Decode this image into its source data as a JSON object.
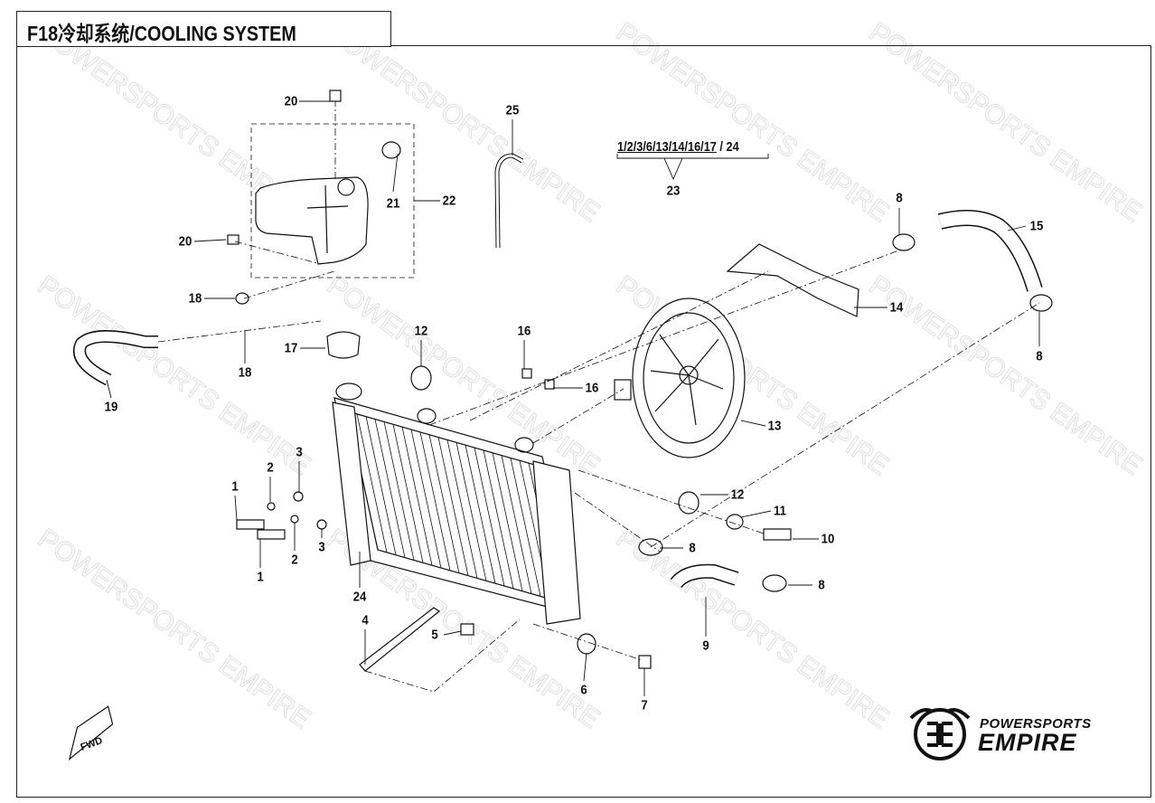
{
  "title": "F18冷却系统/COOLING SYSTEM",
  "watermark": "POWERSPORTS EMPIRE",
  "group_label": {
    "parts": "1/2/3/6/13/14/16/17",
    "extra": "24"
  },
  "fwd_label": "FWD",
  "logo": {
    "line1": "POWERSPORTS",
    "line2": "EMPIRE"
  },
  "callouts": [
    "20",
    "25",
    "23",
    "21",
    "22",
    "20",
    "8",
    "15",
    "18",
    "14",
    "12",
    "16",
    "17",
    "18",
    "8",
    "19",
    "16",
    "13",
    "3",
    "2",
    "1",
    "12",
    "11",
    "3",
    "2",
    "8",
    "10",
    "1",
    "24",
    "8",
    "4",
    "5",
    "9",
    "6",
    "7"
  ]
}
